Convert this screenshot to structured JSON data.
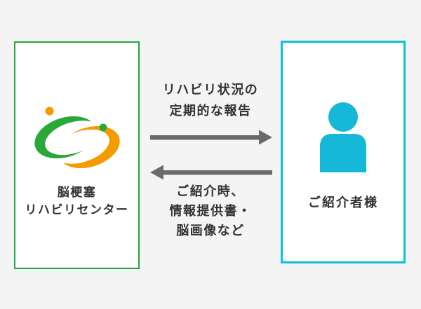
{
  "page": {
    "background_color": "#f4f4f5",
    "text_color": "#333333"
  },
  "left_card": {
    "border_color": "#1fa643",
    "label_lines": [
      "脳梗塞",
      "リハビリセンター"
    ],
    "logo": {
      "green": "#2aa838",
      "orange": "#f49b00"
    }
  },
  "right_card": {
    "border_color": "#0cc0dc",
    "icon_color": "#15b8d6",
    "label": "ご紹介者様"
  },
  "flow_top": {
    "direction": "right",
    "arrow_color": "#6b6b6b",
    "lines": [
      "リハビリ状況の",
      "定期的な報告"
    ]
  },
  "flow_bottom": {
    "direction": "left",
    "arrow_color": "#6b6b6b",
    "lines": [
      "ご紹介時、",
      "情報提供書・",
      "脳画像など"
    ]
  }
}
